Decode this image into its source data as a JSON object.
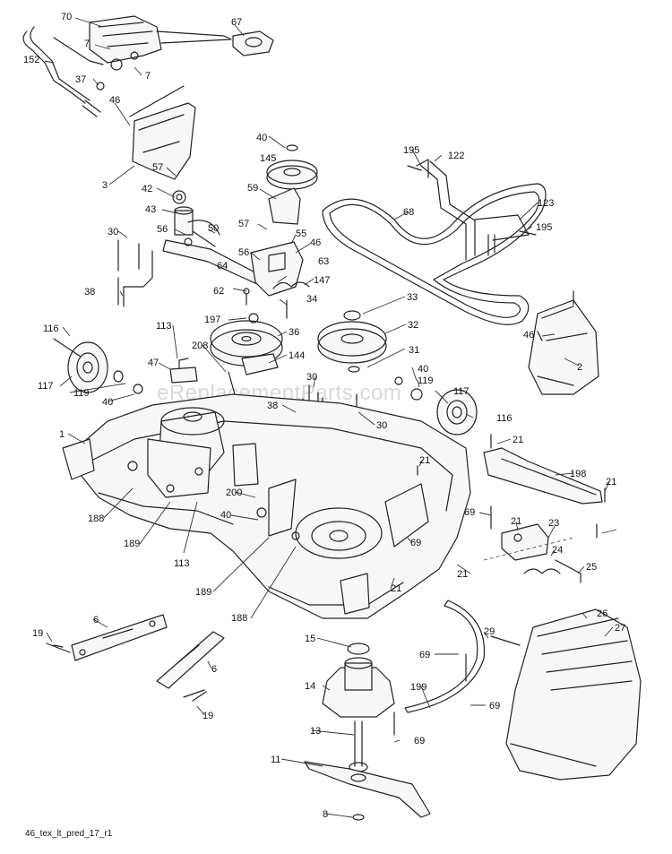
{
  "diagram": {
    "drawing_code": "46_tex_lt_pred_17_r1",
    "watermark": "eReplacementParts.com",
    "callouts": [
      "70",
      "67",
      "7",
      "7",
      "152",
      "37",
      "46",
      "3",
      "57",
      "42",
      "43",
      "56",
      "50",
      "40",
      "145",
      "59",
      "57",
      "55",
      "46",
      "56",
      "64",
      "63",
      "147",
      "62",
      "34",
      "197",
      "33",
      "32",
      "31",
      "36",
      "144",
      "30",
      "38",
      "116",
      "113",
      "47",
      "208",
      "117",
      "119",
      "40",
      "195",
      "122",
      "68",
      "123",
      "195",
      "46",
      "2",
      "30",
      "38",
      "30",
      "40",
      "119",
      "117",
      "116",
      "1",
      "21",
      "21",
      "198",
      "21",
      "200",
      "188",
      "189",
      "113",
      "40",
      "69",
      "69",
      "21",
      "23",
      "24",
      "25",
      "21",
      "21",
      "189",
      "188",
      "26",
      "6",
      "19",
      "15",
      "69",
      "29",
      "27",
      "6",
      "14",
      "199",
      "19",
      "13",
      "69",
      "69",
      "11",
      "8"
    ]
  }
}
